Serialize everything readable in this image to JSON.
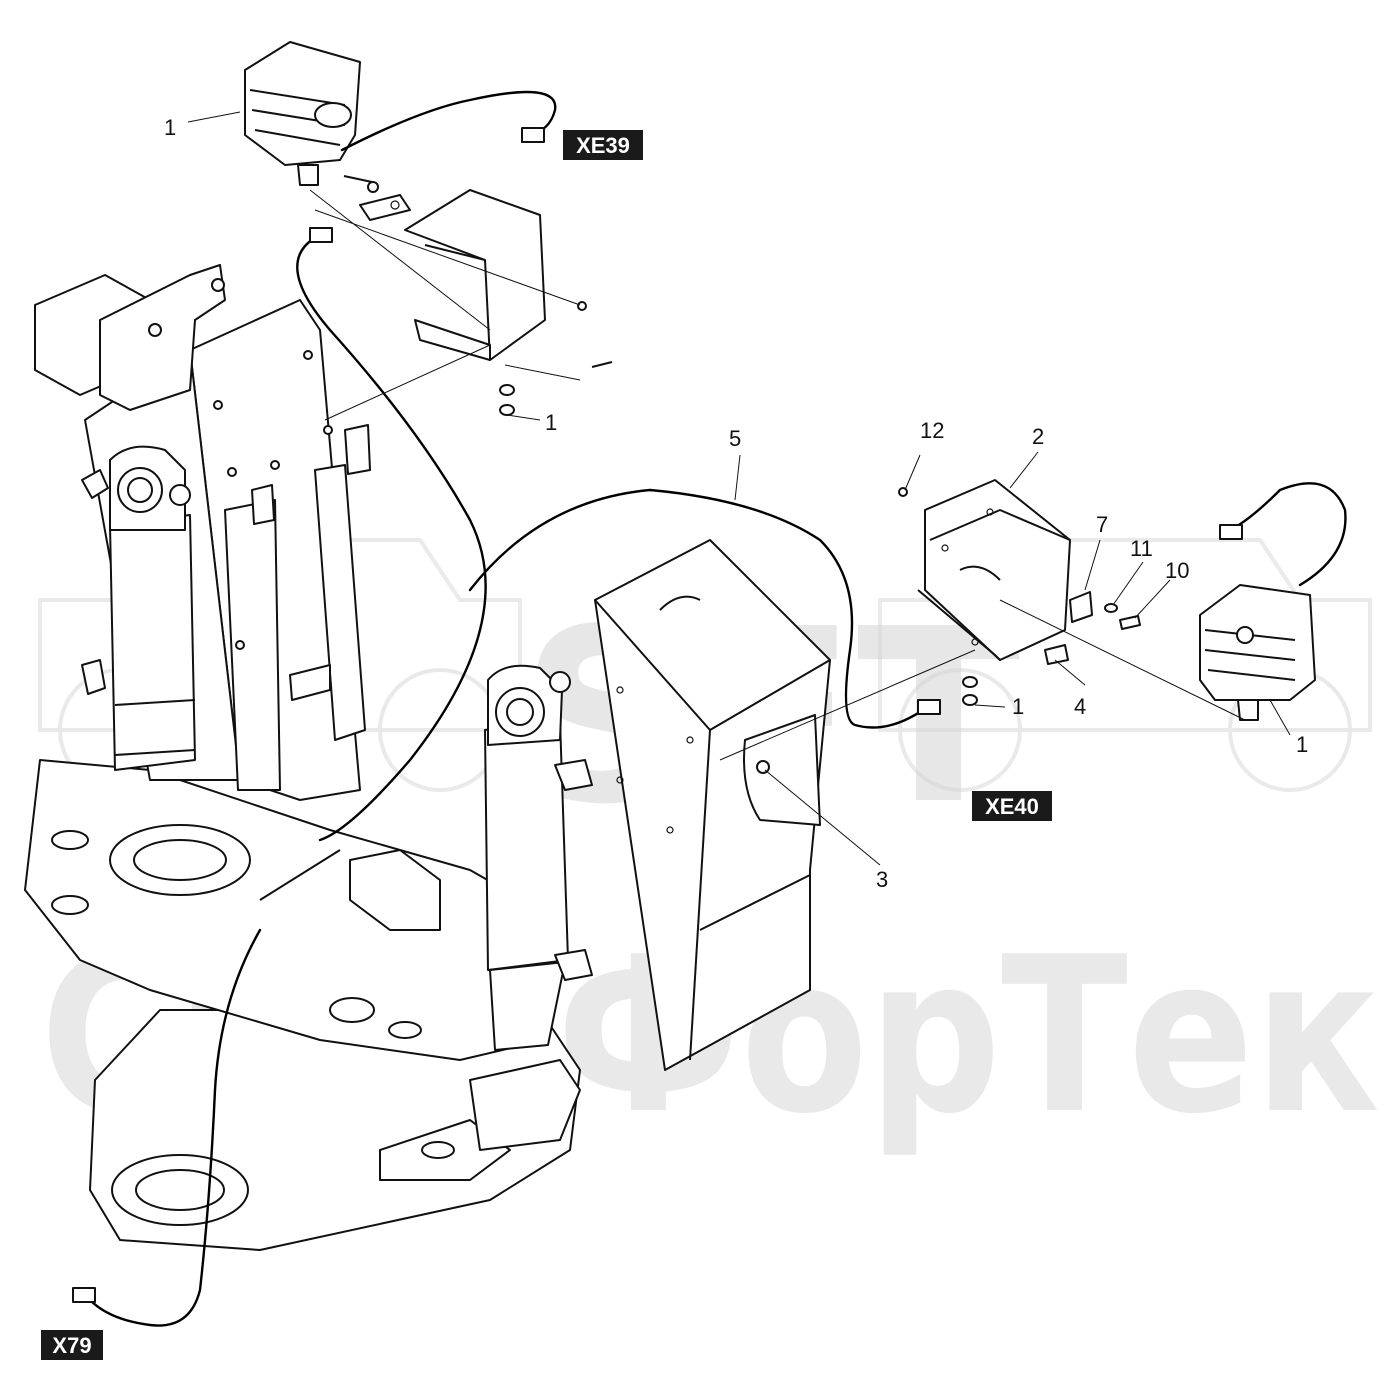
{
  "watermark": {
    "logo_text": "SFT",
    "company_text": "СканФорТек"
  },
  "connectors": [
    {
      "id": "xe39",
      "label": "XE39"
    },
    {
      "id": "xe40",
      "label": "XE40"
    },
    {
      "id": "x79",
      "label": "X79"
    }
  ],
  "callouts": {
    "lamp_top": "1",
    "nuts_top": "1",
    "cable": "5",
    "nut_plate": "3",
    "screw_small": "12",
    "bracket": "2",
    "plate": "7",
    "washer": "11",
    "bolt_small": "10",
    "bolt": "4",
    "nuts_right": "1",
    "lamp_right": "1"
  }
}
